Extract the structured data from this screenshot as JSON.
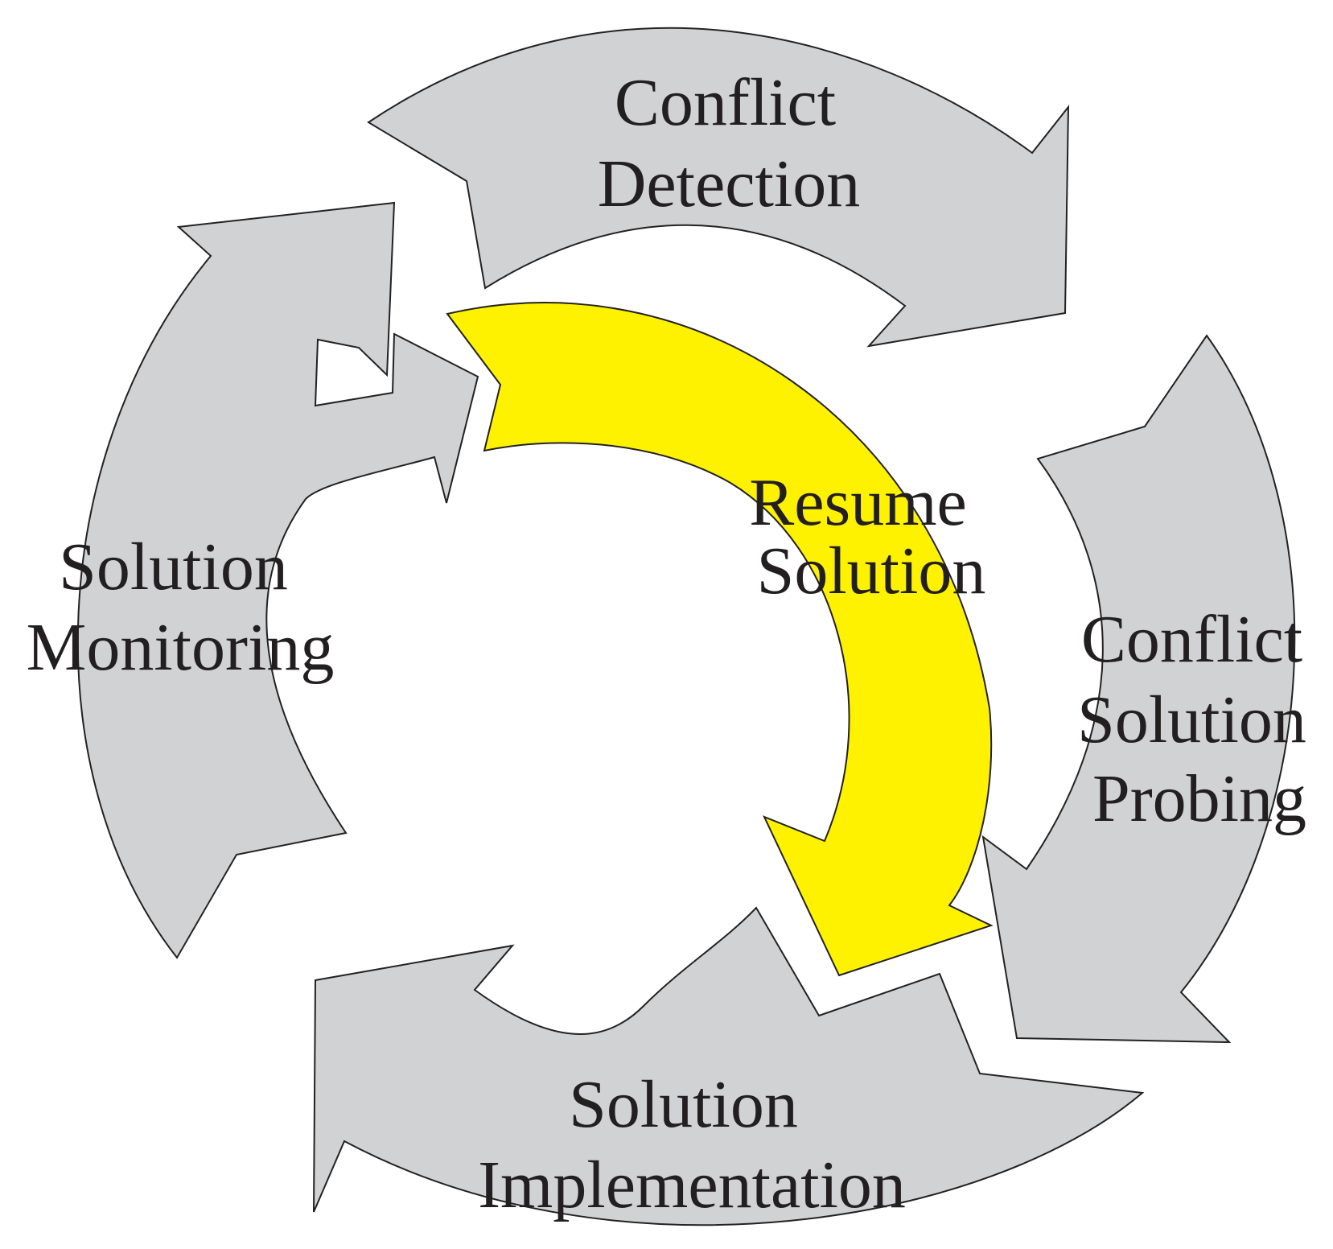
{
  "colors": {
    "gray_arrow": "#d1d2d4",
    "yellow_arrow": "#fff200",
    "outline": "#222222",
    "text": "#231f20"
  },
  "stages": {
    "conflict_detection": [
      "Conflict",
      "Detection"
    ],
    "conflict_solution_probing": [
      "Conflict",
      "Solution",
      "Probing"
    ],
    "solution_implementation": [
      "Solution",
      "Implementation"
    ],
    "solution_monitoring": [
      "Solution",
      "Monitoring"
    ],
    "resume_solution": [
      "Resume",
      "Solution"
    ]
  }
}
